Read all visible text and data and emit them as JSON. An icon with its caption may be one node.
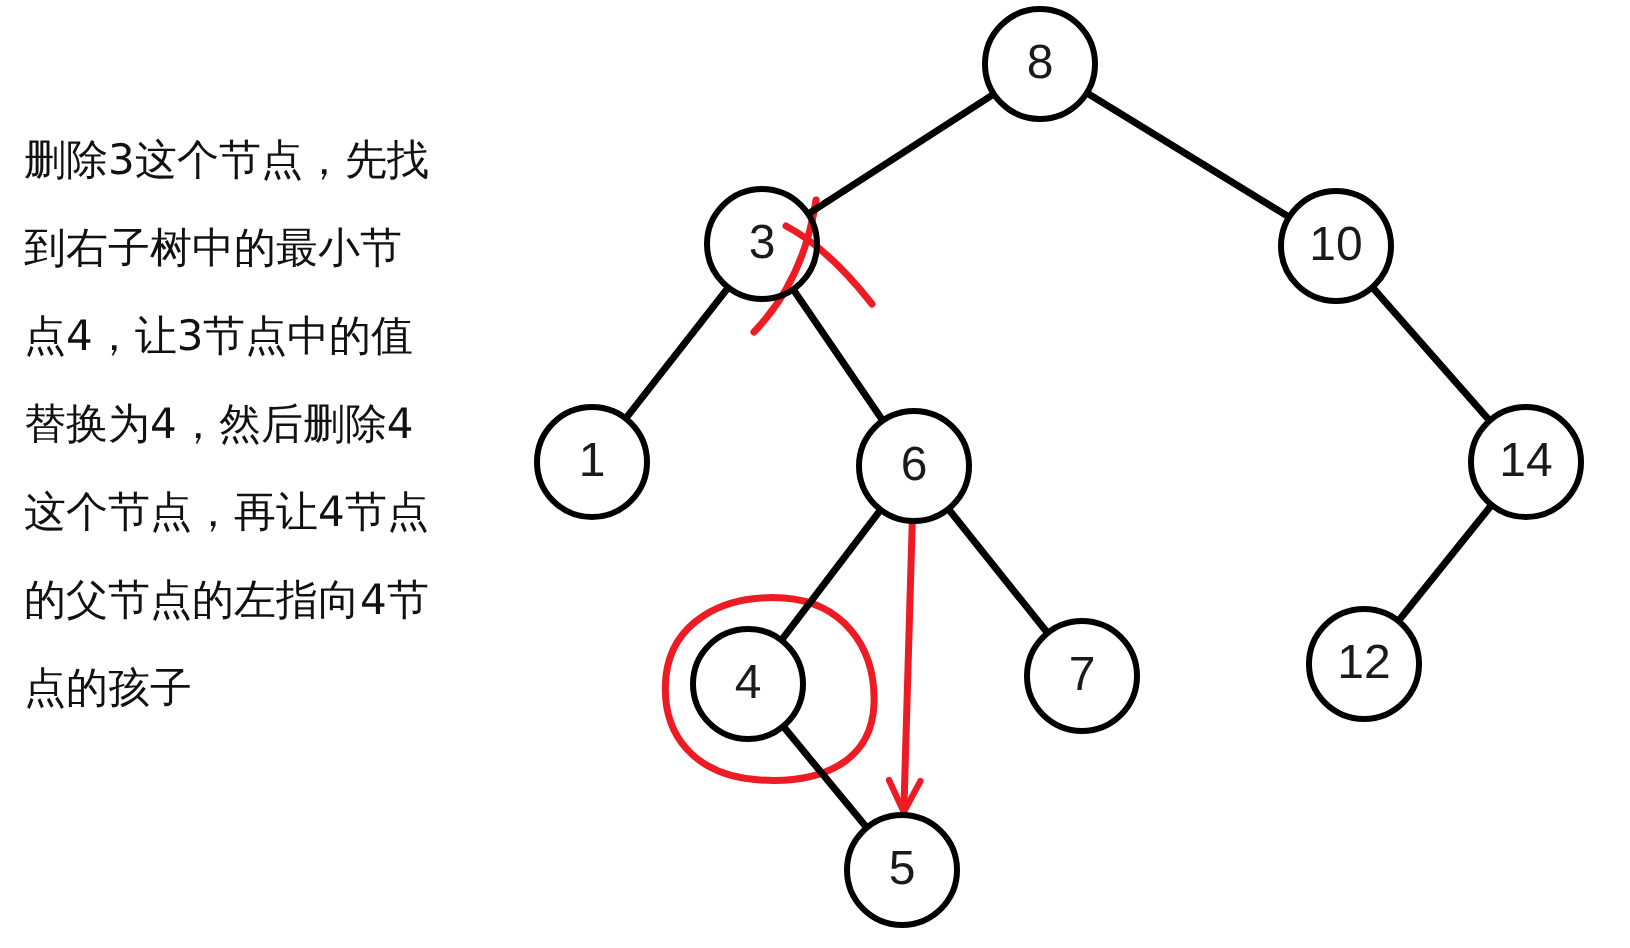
{
  "diagram": {
    "nodes": [
      {
        "text": [
          "8"
        ]
      },
      {
        "text": [
          "3"
        ]
      },
      {
        "text": [
          "10"
        ]
      },
      {
        "text": [
          "1"
        ]
      },
      {
        "text": [
          "6"
        ]
      },
      {
        "text": [
          "14"
        ]
      },
      {
        "text": [
          "4"
        ]
      },
      {
        "text": [
          "7"
        ]
      },
      {
        "text": [
          "12"
        ]
      },
      {
        "text": [
          "5"
        ]
      }
    ],
    "edges": [
      {
        "from": 0,
        "to": 1,
        "arrow": "none"
      },
      {
        "from": 0,
        "to": 2,
        "arrow": "none"
      },
      {
        "from": 1,
        "to": 3,
        "arrow": "none"
      },
      {
        "from": 1,
        "to": 4,
        "arrow": "none"
      },
      {
        "from": 2,
        "to": 5,
        "arrow": "none"
      },
      {
        "from": 4,
        "to": 6,
        "arrow": "none"
      },
      {
        "from": 4,
        "to": 7,
        "arrow": "none"
      },
      {
        "from": 5,
        "to": 8,
        "arrow": "none"
      },
      {
        "from": 6,
        "to": 9,
        "arrow": "none"
      },
      {
        "from": 4,
        "to": 9,
        "arrow": "to",
        "color": "#ed1c24"
      }
    ],
    "labels": [
      "删除3这个节点，先找到右子树中的最小节点4，让3节点中的值替换为4，然后删除4这个节点，再让4节点的父节点的左指向4节点的孩子"
    ]
  }
}
